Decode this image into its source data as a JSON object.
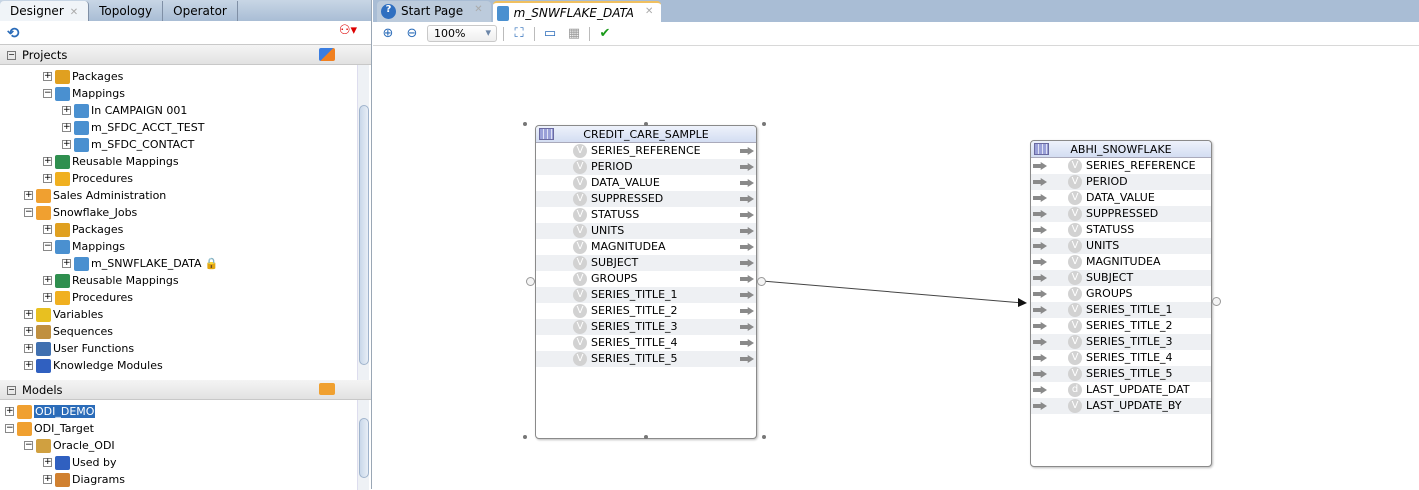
{
  "left_tabs": [
    {
      "label": "Designer",
      "active": true
    },
    {
      "label": "Topology"
    },
    {
      "label": "Operator"
    }
  ],
  "projects": {
    "title": "Projects",
    "items": [
      {
        "label": "Packages",
        "level": 2,
        "icon": "package-icon",
        "exp": "+"
      },
      {
        "label": "Mappings",
        "level": 2,
        "icon": "mapping-icon",
        "exp": "-"
      },
      {
        "label": "In CAMPAIGN 001",
        "level": 3,
        "icon": "mapping-icon",
        "exp": "+"
      },
      {
        "label": "m_SFDC_ACCT_TEST",
        "level": 3,
        "icon": "mapping-icon",
        "exp": "+"
      },
      {
        "label": "m_SFDC_CONTACT",
        "level": 3,
        "icon": "mapping-icon",
        "exp": "+"
      },
      {
        "label": "Reusable Mappings",
        "level": 2,
        "icon": "reusable-mapping-icon",
        "exp": "+"
      },
      {
        "label": "Procedures",
        "level": 2,
        "icon": "procedure-icon",
        "exp": "+"
      },
      {
        "label": "Sales Administration",
        "level": 1,
        "icon": "folder-icon",
        "exp": "+"
      },
      {
        "label": "Snowflake_Jobs",
        "level": 1,
        "icon": "folder-icon",
        "exp": "-"
      },
      {
        "label": "Packages",
        "level": 2,
        "icon": "package-icon",
        "exp": "+"
      },
      {
        "label": "Mappings",
        "level": 2,
        "icon": "mapping-icon",
        "exp": "-"
      },
      {
        "label": "m_SNWFLAKE_DATA",
        "level": 3,
        "icon": "mapping-icon",
        "exp": "+",
        "lock": true
      },
      {
        "label": "Reusable Mappings",
        "level": 2,
        "icon": "reusable-mapping-icon",
        "exp": "+"
      },
      {
        "label": "Procedures",
        "level": 2,
        "icon": "procedure-icon",
        "exp": "+"
      },
      {
        "label": "Variables",
        "level": 1,
        "icon": "variable-icon",
        "exp": "+"
      },
      {
        "label": "Sequences",
        "level": 1,
        "icon": "sequence-icon",
        "exp": "+"
      },
      {
        "label": "User Functions",
        "level": 1,
        "icon": "function-icon",
        "exp": "+"
      },
      {
        "label": "Knowledge Modules",
        "level": 1,
        "icon": "km-icon",
        "exp": "+"
      }
    ]
  },
  "models": {
    "title": "Models",
    "items": [
      {
        "label": "ODI_DEMO",
        "level": 0,
        "icon": "folder-icon",
        "exp": "+",
        "selected": true
      },
      {
        "label": "ODI_Target",
        "level": 0,
        "icon": "folder-icon",
        "exp": "-"
      },
      {
        "label": "Oracle_ODI",
        "level": 1,
        "icon": "model-icon",
        "exp": "-"
      },
      {
        "label": "Used by",
        "level": 2,
        "icon": "used-by-icon",
        "exp": "+"
      },
      {
        "label": "Diagrams",
        "level": 2,
        "icon": "diagram-icon",
        "exp": "+"
      }
    ]
  },
  "editor_tabs": [
    {
      "label": "Start Page"
    },
    {
      "label": "m_SNWFLAKE_DATA",
      "active": true
    }
  ],
  "toolbar": {
    "zoom": "100%"
  },
  "source": {
    "title": "CREDIT_CARE_SAMPLE",
    "attrs": [
      "SERIES_REFERENCE",
      "PERIOD",
      "DATA_VALUE",
      "SUPPRESSED",
      "STATUSS",
      "UNITS",
      "MAGNITUDEA",
      "SUBJECT",
      "GROUPS",
      "SERIES_TITLE_1",
      "SERIES_TITLE_2",
      "SERIES_TITLE_3",
      "SERIES_TITLE_4",
      "SERIES_TITLE_5"
    ]
  },
  "target": {
    "title": "ABHI_SNOWFLAKE",
    "attrs": [
      "SERIES_REFERENCE",
      "PERIOD",
      "DATA_VALUE",
      "SUPPRESSED",
      "STATUSS",
      "UNITS",
      "MAGNITUDEA",
      "SUBJECT",
      "GROUPS",
      "SERIES_TITLE_1",
      "SERIES_TITLE_2",
      "SERIES_TITLE_3",
      "SERIES_TITLE_4",
      "SERIES_TITLE_5",
      "LAST_UPDATE_DAT",
      "LAST_UPDATE_BY"
    ],
    "types": [
      "V",
      "V",
      "V",
      "V",
      "V",
      "V",
      "V",
      "V",
      "V",
      "V",
      "V",
      "V",
      "V",
      "V",
      "d",
      "V"
    ]
  },
  "colors": {
    "accent": "#2b6cb9",
    "tab_bar": "#a9bdd5"
  }
}
